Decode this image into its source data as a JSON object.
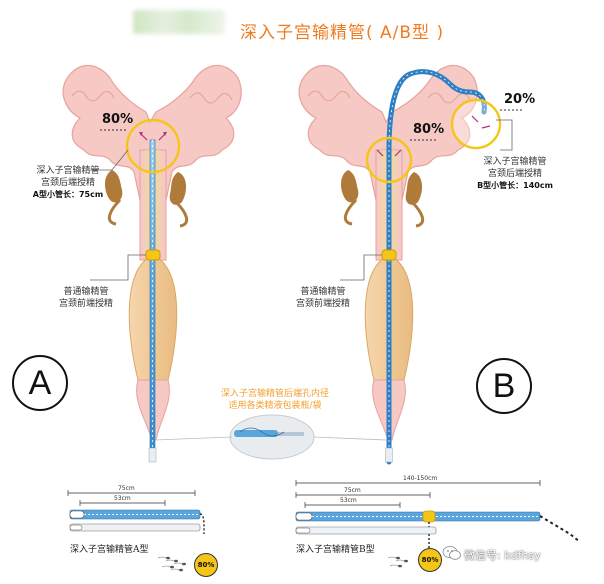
{
  "title": "深入子宫输精管( A/B型 )",
  "left": {
    "percent": "80%",
    "label_deep_line1": "深入子宫输精管",
    "label_deep_line2": "宫颈后端授精",
    "tube_length": "A型小管长：75cm",
    "label_normal_line1": "普通输精管",
    "label_normal_line2": "宫颈前端授精",
    "letter": "A"
  },
  "right": {
    "percent_main": "80%",
    "percent_tip": "20%",
    "label_deep_line1": "深入子宫输精管",
    "label_deep_line2": "宫颈后端授精",
    "tube_length": "B型小管长：140cm",
    "label_normal_line1": "普通输精管",
    "label_normal_line2": "宫颈前端授精",
    "letter": "B"
  },
  "center_note": {
    "line1": "深入子宫输精管后端孔内径",
    "line2": "适用各类精液包装瓶/袋"
  },
  "tube_a": {
    "measure_outer": "75cm",
    "measure_inner": "53cm",
    "name": "深入子宫输精管A型",
    "badge": "80%"
  },
  "tube_b": {
    "measure_total": "140-150cm",
    "measure_outer": "75cm",
    "measure_inner": "53cm",
    "name": "深入子宫输精管B型",
    "badge": "80%"
  },
  "watermark": {
    "text": "微信号: kdfhsy"
  },
  "colors": {
    "accent_orange": "#f07c22",
    "tube_blue": "#3a8fd0",
    "ring_yellow": "#f5c518",
    "uterus_pink": "#f6c9c4",
    "ovary_brown": "#b07a3a",
    "cervix_tan": "#e9c48a"
  }
}
